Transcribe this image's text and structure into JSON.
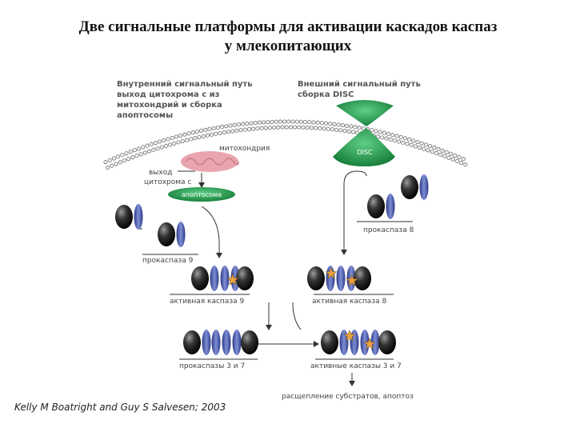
{
  "title": {
    "line1": "Две сигнальные платформы для активации каскадов каспаз",
    "line2": "у млекопитающих"
  },
  "intrinsic": {
    "heading": [
      "Внутренний сигнальный путь",
      "выход цитохрома с из",
      "митохондрий и сборка",
      "апоптосомы"
    ],
    "mitochondrion": "митохондрия",
    "cytochrome_release": [
      "выход",
      "цитохрома с"
    ],
    "apoptosome": "апоптосома",
    "procaspase9": "прокаспаза 9",
    "active_caspase9": "активная каспаза 9"
  },
  "extrinsic": {
    "heading": [
      "Внешний сигнальный путь",
      "сборка DISC"
    ],
    "disc": "DISC",
    "procaspase8": "прокаспаза 8",
    "active_caspase8": "активная каспаза 8"
  },
  "shared": {
    "procaspases37": "прокаспазы 3 и 7",
    "active_caspases37": "активные каспазы 3 и 7",
    "outcome": "расщепление субстратов, апоптоз"
  },
  "credit": "Kelly M Boatright and Guy S Salvesen; 2003",
  "colors": {
    "green": "#1e9a4a",
    "blue_subunit": "#3d4f9f",
    "dark_subunit": "#1a1a1a",
    "star": "#e8a040",
    "mito": "#e8a0a8",
    "membrane": "#888888"
  }
}
